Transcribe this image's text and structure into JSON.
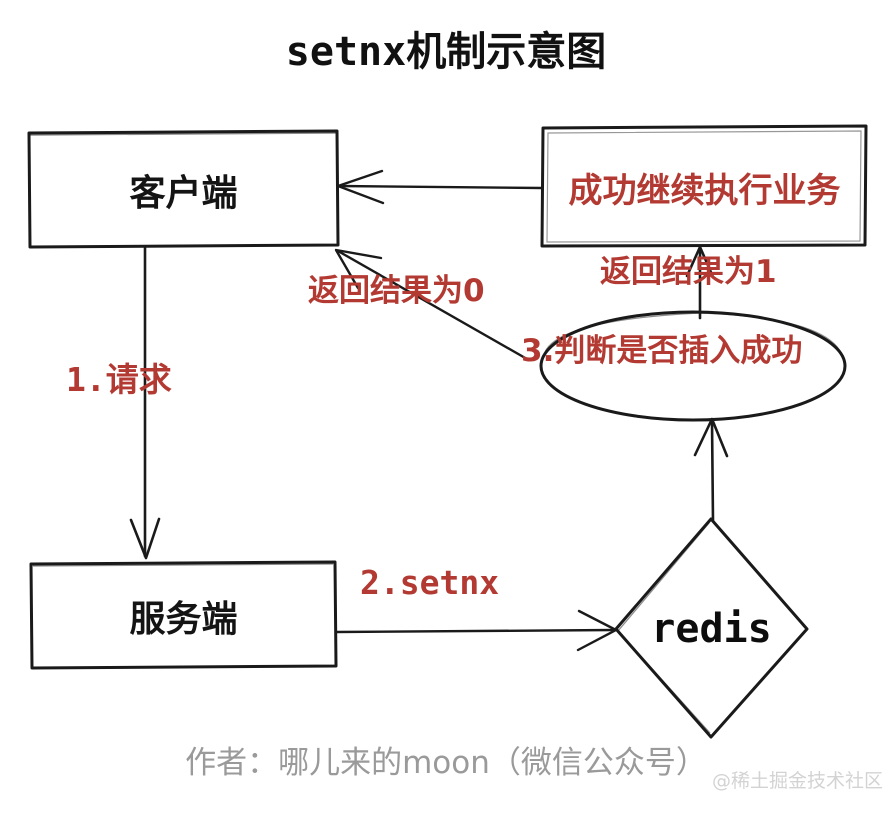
{
  "diagram": {
    "title": "setnx机制示意图",
    "type": "flowchart",
    "nodes": [
      {
        "id": "client",
        "shape": "rectangle",
        "label": "客户端",
        "color": "#141414"
      },
      {
        "id": "success",
        "shape": "rectangle",
        "label": "成功继续执行业务",
        "color": "#b33a32"
      },
      {
        "id": "decision",
        "shape": "ellipse",
        "label": "3.判断是否插入成功",
        "color": "#b33a32"
      },
      {
        "id": "server",
        "shape": "rectangle",
        "label": "服务端",
        "color": "#141414"
      },
      {
        "id": "redis",
        "shape": "diamond",
        "label": "redis",
        "color": "#0d0d0d"
      }
    ],
    "edges": [
      {
        "id": "e1",
        "from": "client",
        "to": "server",
        "label": "1.请求",
        "color": "#b33a32"
      },
      {
        "id": "e2",
        "from": "server",
        "to": "redis",
        "label": "2.setnx",
        "color": "#b33a32"
      },
      {
        "id": "e3",
        "from": "redis",
        "to": "decision",
        "label": "",
        "color": "#b33a32"
      },
      {
        "id": "e4",
        "from": "decision",
        "to": "client",
        "label": "返回结果为0",
        "color": "#b33a32"
      },
      {
        "id": "e5",
        "from": "decision",
        "to": "success",
        "label": "返回结果为1",
        "color": "#b33a32"
      },
      {
        "id": "e6",
        "from": "success",
        "to": "client",
        "label": "",
        "color": "#b33a32"
      }
    ]
  },
  "footer": {
    "credit": "作者：哪儿来的moon（微信公众号）",
    "watermark": "@稀土掘金技术社区"
  },
  "palette": {
    "stroke": "#1a1a1a",
    "accent": "#b33a32",
    "background": "#ffffff",
    "muted": "#9a9a9a"
  }
}
